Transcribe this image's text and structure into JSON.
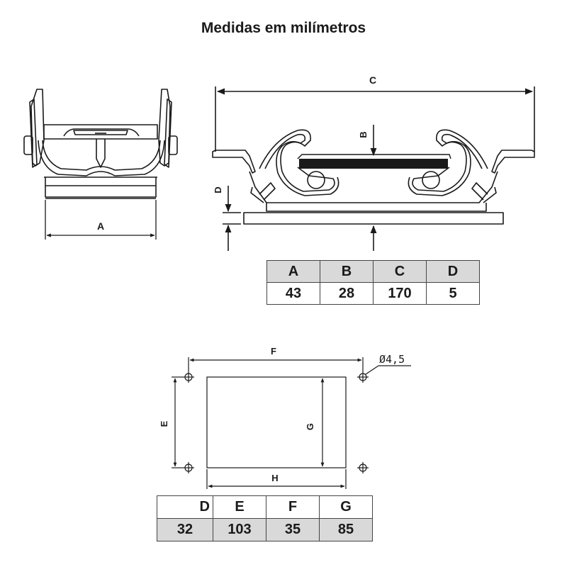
{
  "title": "Medidas em milímetros",
  "labels": {
    "A": "A",
    "B": "B",
    "C": "C",
    "D": "D",
    "E": "E",
    "F": "F",
    "G": "G",
    "H": "H",
    "hole": "Ø4,5"
  },
  "table_top": {
    "headers": [
      "A",
      "B",
      "C",
      "D"
    ],
    "values": [
      "43",
      "28",
      "170",
      "5"
    ]
  },
  "table_bottom": {
    "headers": [
      "D",
      "E",
      "F",
      "G"
    ],
    "values": [
      "32",
      "103",
      "35",
      "85"
    ]
  },
  "colors": {
    "line": "#1a1a1a",
    "header_fill": "#d9d9d9"
  }
}
